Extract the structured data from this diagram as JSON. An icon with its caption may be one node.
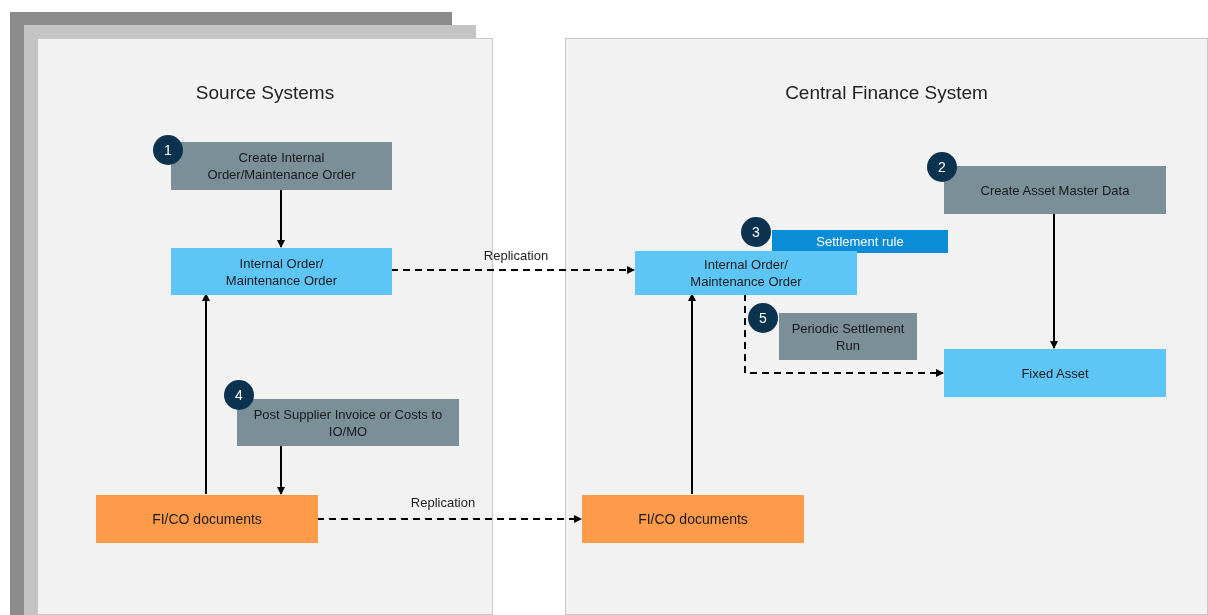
{
  "diagram": {
    "nodes": [
      {
        "text": [
          "Source Systems"
        ]
      },
      {
        "text": [
          "Create Internal Order/Maintenance Order"
        ],
        "in": 0,
        "beside": [
          "1"
        ]
      },
      {
        "text": [
          "Internal Order/ Maintenance Order"
        ],
        "in": 0
      },
      {
        "text": [
          "Post Supplier Invoice or Costs to IO/MO"
        ],
        "in": 0,
        "beside": [
          "4"
        ]
      },
      {
        "text": [
          "FI/CO documents"
        ],
        "in": 0
      },
      {
        "text": [
          "Central Finance System"
        ]
      },
      {
        "text": [
          "Create Asset Master Data"
        ],
        "in": 5,
        "beside": [
          "2"
        ]
      },
      {
        "text": [
          "Settlement rule"
        ],
        "in": 5,
        "beside": [
          "3"
        ]
      },
      {
        "text": [
          "Internal Order/ Maintenance Order"
        ],
        "in": 5
      },
      {
        "text": [
          "Periodic Settlement Run"
        ],
        "in": 5,
        "beside": [
          "5"
        ]
      },
      {
        "text": [
          "Fixed Asset"
        ],
        "in": 5
      },
      {
        "text": [
          "FI/CO documents"
        ],
        "in": 5
      }
    ],
    "edges": [
      {
        "from": 1,
        "to": 2,
        "arrow": "to"
      },
      {
        "from": 2,
        "to": 8,
        "arrow": "to",
        "label": "Replication",
        "style": "dashed"
      },
      {
        "from": 4,
        "to": 2,
        "arrow": "to"
      },
      {
        "from": 3,
        "to": 4,
        "arrow": "to"
      },
      {
        "from": 4,
        "to": 11,
        "arrow": "to",
        "label": "Replication",
        "style": "dashed"
      },
      {
        "from": 11,
        "to": 8,
        "arrow": "to"
      },
      {
        "from": 6,
        "to": 10,
        "arrow": "to"
      },
      {
        "from": 8,
        "to": 10,
        "arrow": "to",
        "style": "dashed"
      }
    ]
  }
}
